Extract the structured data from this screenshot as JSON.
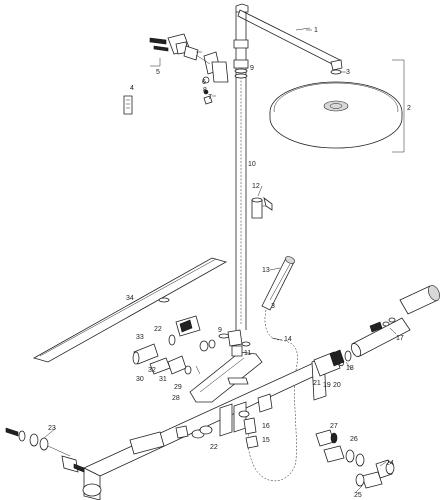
{
  "labels": {
    "l1": "1",
    "l2": "2",
    "l3a": "3",
    "l3b": "3",
    "l4": "4",
    "l5": "5",
    "l6": "6",
    "l7": "7",
    "l8": "8",
    "l9a": "9",
    "l9b": "9",
    "l10": "10",
    "l11": "11",
    "l12": "12",
    "l13": "13",
    "l14": "14",
    "l15": "15",
    "l16": "16",
    "l17": "17",
    "l18": "18",
    "l19": "19",
    "l20": "20",
    "l21": "21",
    "l22a": "22",
    "l22b": "22",
    "l23": "23",
    "l24": "24",
    "l25": "25",
    "l26": "26",
    "l27": "27",
    "l28": "28",
    "l29": "29",
    "l30": "30",
    "l31": "31",
    "l32": "32",
    "l33": "33",
    "l34": "34"
  },
  "colors": {
    "stroke": "#222222",
    "fill": "#ffffff",
    "dark": "#222222",
    "grey": "#d8d8d8"
  }
}
